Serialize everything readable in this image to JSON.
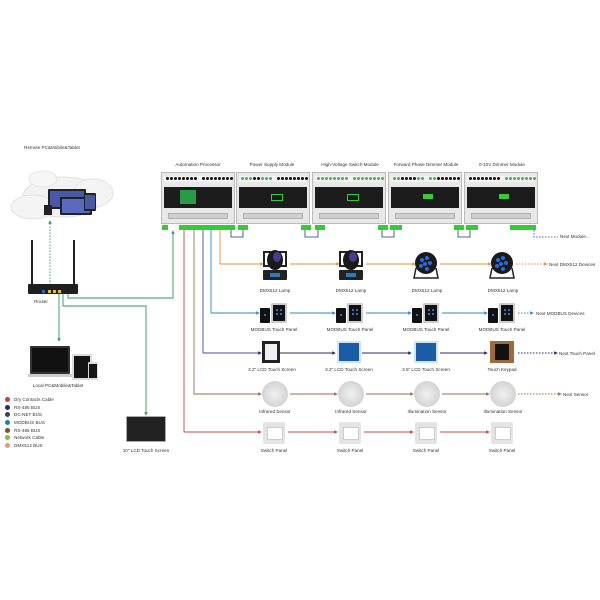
{
  "title": "Smart Building Automation System Topology",
  "labels": {
    "remote": "Remote PC&Mobile&Tablet",
    "router": "Router",
    "local": "Local PC&Mobile&Tablet",
    "lcd10": "10\" LCD Touch Screen",
    "next_module": "Next Module...",
    "next_dmx": "Next DMX512 Devices",
    "next_modbus": "Next MODBUS Devices",
    "next_touch": "Next Touch Panel",
    "next_sensor": "Next Sensor"
  },
  "modules": [
    {
      "name": "Automation Processor"
    },
    {
      "name": "Power Supply Module"
    },
    {
      "name": "High-Voltage Switch Module"
    },
    {
      "name": "Forward Phase Dimmer Module"
    },
    {
      "name": "0-10V Dimmer Module"
    }
  ],
  "rows": {
    "dmx": [
      "DMX512 Lamp",
      "DMX512 Lamp",
      "DMX512 Lamp",
      "DMX512 Lamp"
    ],
    "modbus": [
      "MODBUS Touch Panel",
      "MODBUS Touch Panel",
      "MODBUS Touch Panel",
      "MODBUS Touch Panel"
    ],
    "rs485": [
      "3.2\" LCD Touch Screen",
      "3.2\" LCD Touch Screen",
      "3.5\" LCD Touch Screen",
      "Touch Keypad"
    ],
    "sensors": [
      "Infrared Sensor",
      "Infrared Sensor",
      "Illumination Sensor",
      "Illumination Sensor"
    ],
    "switches": [
      "Switch Panel",
      "Switch Panel",
      "Switch Panel",
      "Switch Panel"
    ]
  },
  "legend": [
    {
      "label": "Dry Contacts Cable",
      "color": "#d03a3a"
    },
    {
      "label": "RS-485 BUS",
      "color": "#2a2a7a"
    },
    {
      "label": "DC-NET BUS",
      "color": "#3a4050"
    },
    {
      "label": "MODBUS BUS",
      "color": "#1f7fc0"
    },
    {
      "label": "RS-485 BUS",
      "color": "#7a5030"
    },
    {
      "label": "Network Cable",
      "color": "#7cc142"
    },
    {
      "label": "DMX512 BUS",
      "color": "#e8a060"
    }
  ],
  "colors": {
    "network": "#2e9a5a",
    "dmx": "#e8903c",
    "modbus": "#2a8ac8",
    "rs485": "#4a4a9a",
    "rs485b": "#a06a50",
    "dry": "#cc4444",
    "terminal": "#33cc33"
  }
}
